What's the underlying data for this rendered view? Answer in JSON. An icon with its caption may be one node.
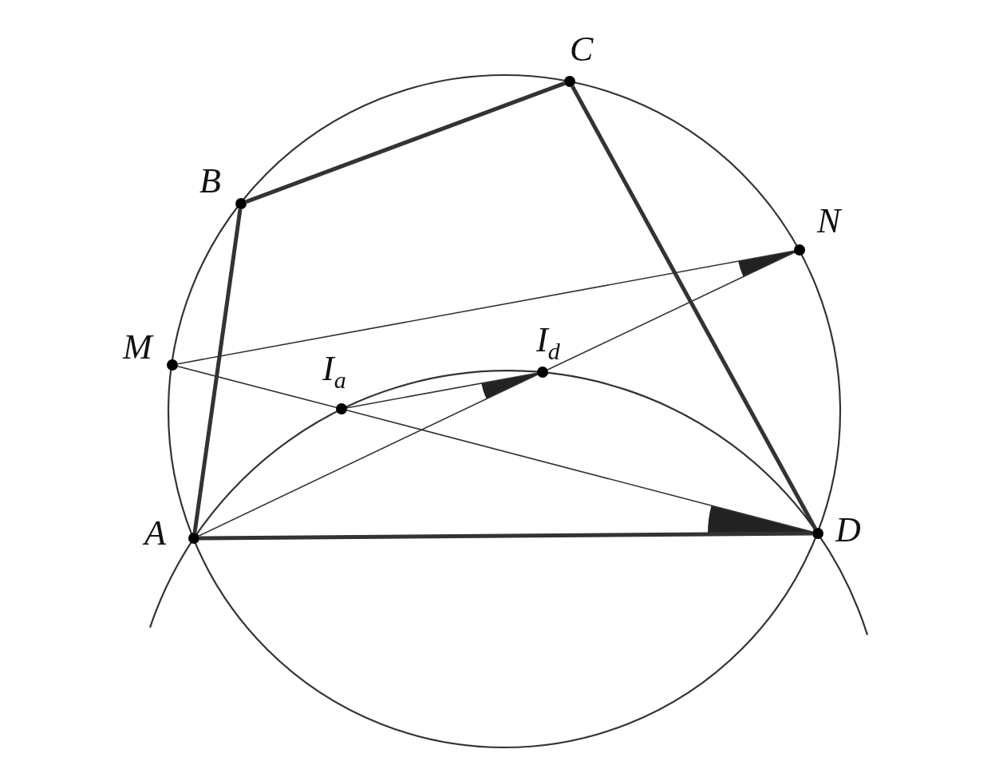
{
  "diagram": {
    "nodes": [
      {
        "text": [
          "C"
        ]
      },
      {
        "text": [
          "B"
        ]
      },
      {
        "text": [
          "N"
        ]
      },
      {
        "text": [
          "M"
        ]
      },
      {
        "text": [
          "I$_{d}$"
        ]
      },
      {
        "text": [
          "I$_{a}$"
        ]
      },
      {
        "text": [
          "A"
        ]
      },
      {
        "text": [
          "D"
        ]
      }
    ],
    "edges": [
      {
        "from": 6,
        "to": 1,
        "arrow": "none",
        "style": "thick"
      },
      {
        "from": 1,
        "to": 0,
        "arrow": "none",
        "style": "thick"
      },
      {
        "from": 0,
        "to": 7,
        "arrow": "none",
        "style": "thick"
      },
      {
        "from": 6,
        "to": 7,
        "arrow": "none",
        "style": "thick"
      },
      {
        "from": 3,
        "to": 2,
        "arrow": "none"
      },
      {
        "from": 3,
        "to": 5,
        "arrow": "none"
      },
      {
        "from": 5,
        "to": 7,
        "arrow": "none"
      },
      {
        "from": 6,
        "to": 4,
        "arrow": "none"
      },
      {
        "from": 4,
        "to": 2,
        "arrow": "none"
      },
      {
        "from": 5,
        "to": 4,
        "arrow": "none"
      }
    ]
  }
}
